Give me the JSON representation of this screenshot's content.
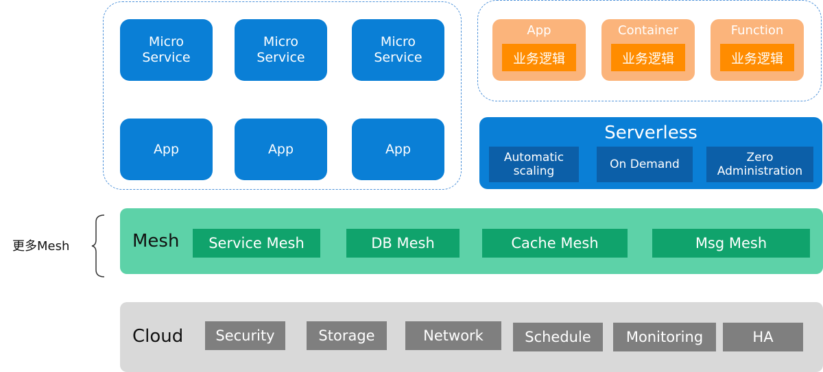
{
  "microservices": {
    "boxes": [
      {
        "label": "Micro\nService"
      },
      {
        "label": "Micro\nService"
      },
      {
        "label": "Micro\nService"
      },
      {
        "label": "App"
      },
      {
        "label": "App"
      },
      {
        "label": "App"
      }
    ]
  },
  "compute": {
    "items": [
      {
        "title": "App",
        "inner": "业务逻辑"
      },
      {
        "title": "Container",
        "inner": "业务逻辑"
      },
      {
        "title": "Function",
        "inner": "业务逻辑"
      }
    ]
  },
  "serverless": {
    "title": "Serverless",
    "features": [
      "Automatic\nscaling",
      "On Demand",
      "Zero\nAdministration"
    ]
  },
  "mesh": {
    "side_label": "更多Mesh",
    "title": "Mesh",
    "items": [
      "Service Mesh",
      "DB Mesh",
      "Cache Mesh",
      "Msg Mesh"
    ]
  },
  "cloud": {
    "title": "Cloud",
    "items": [
      "Security",
      "Storage",
      "Network",
      "Schedule",
      "Monitoring",
      "HA"
    ]
  },
  "colors": {
    "blue": "#0a7fd6",
    "dark_blue": "#0c5fa8",
    "orange_light": "#fbb47b",
    "orange": "#ff8c00",
    "mesh_green": "#5dd2a8",
    "mesh_dark": "#10a36c",
    "cloud_gray": "#d9d9d9",
    "cloud_dark": "#7f7f7f"
  }
}
